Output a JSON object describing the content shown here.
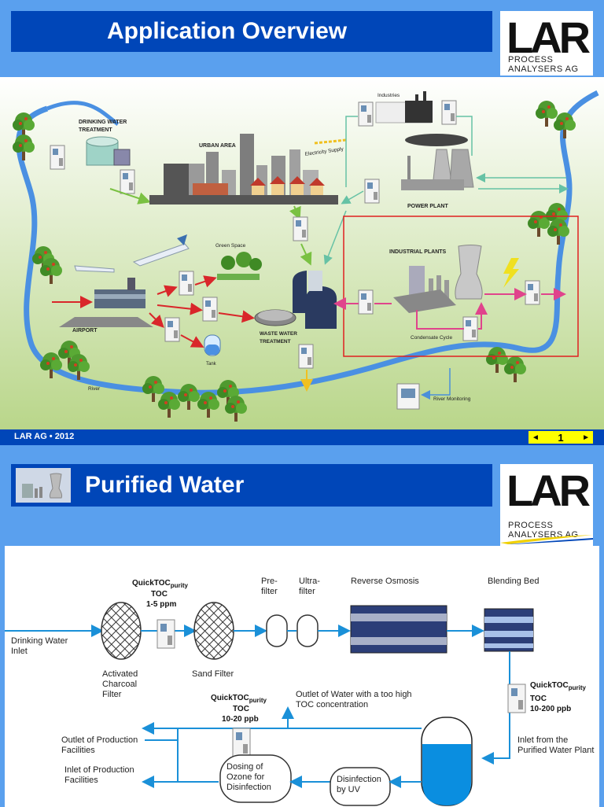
{
  "slide1": {
    "title": "Application Overview",
    "logo_text": "LAR",
    "logo_sub": "PROCESS ANALYSERS AG",
    "footer_text": "LAR AG • 2012",
    "page_number": "1",
    "prev_glyph": "◄",
    "next_glyph": "►",
    "labels": {
      "drinking_water": [
        "DRINKING WATER",
        "TREATMENT"
      ],
      "urban_area": "URBAN AREA",
      "electricity_supply": "Electricity Supply",
      "industries": "Industries",
      "power_plant": "POWER PLANT",
      "green_space": "Green Space",
      "industrial_plants": "INDUSTRIAL PLANTS",
      "airport": "AIRPORT",
      "waste_water": [
        "WASTE WATER",
        "TREATMENT"
      ],
      "tank": "Tank",
      "condensate_cycle": "Condensate Cycle",
      "river": "River",
      "river_monitoring": "River Monitoring"
    }
  },
  "slide2": {
    "title": "Purified Water",
    "logo_text": "LAR",
    "logo_sub": "PROCESS ANALYSERS AG",
    "labels": {
      "quicktoc1": [
        "QuickTOC",
        "purity",
        "TOC",
        "1-5 ppm"
      ],
      "quicktoc2": [
        "QuickTOC",
        "purity",
        "TOC",
        "10-200 ppb"
      ],
      "quicktoc3": [
        "QuickTOC",
        "purity",
        "TOC",
        "10-20 ppb"
      ],
      "pre_filter": [
        "Pre-",
        "filter"
      ],
      "ultra_filter": [
        "Ultra-",
        "filter"
      ],
      "reverse_osmosis": "Reverse Osmosis",
      "blending_bed": "Blending Bed",
      "drinking_water_inlet": [
        "Drinking Water",
        "Inlet"
      ],
      "activated_charcoal": [
        "Activated",
        "Charcoal",
        "Filter"
      ],
      "sand_filter": "Sand Filter",
      "outlet_high_toc": [
        "Outlet of Water with a too high",
        "TOC concentration"
      ],
      "inlet_purified": [
        "Inlet from the",
        "Purified Water Plant"
      ],
      "outlet_production": [
        "Outlet of Production",
        "Facilities"
      ],
      "inlet_production": [
        "Inlet of Production",
        "Facilities"
      ],
      "dosing_ozone": [
        "Dosing of",
        "Ozone for",
        "Disinfection"
      ],
      "disinfection_uv": [
        "Disinfection",
        "by UV"
      ]
    }
  }
}
